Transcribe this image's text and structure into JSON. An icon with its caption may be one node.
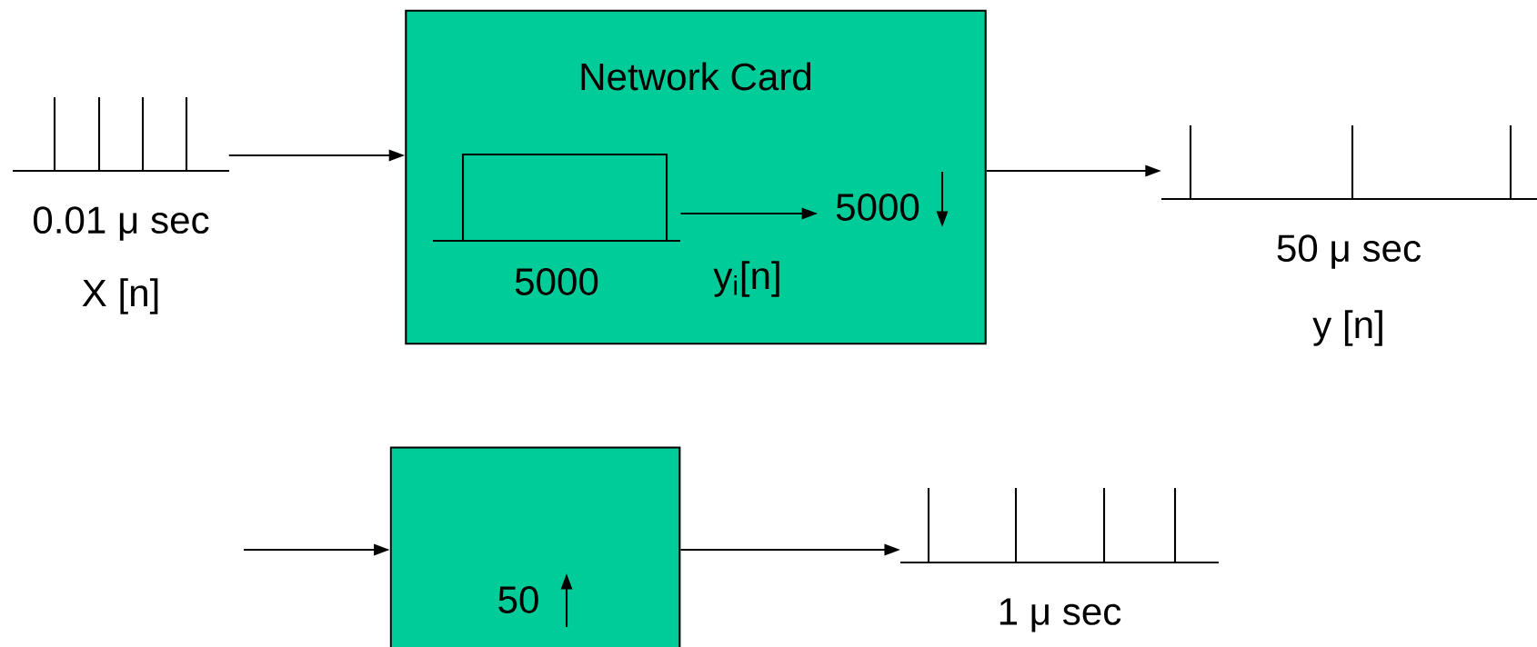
{
  "diagram": {
    "nodes": [
      {
        "text": [
          "0.01 μ sec",
          "X [n]"
        ]
      },
      {
        "text": [
          "Network Card"
        ]
      },
      {
        "text": [
          "5000"
        ],
        "in": 1
      },
      {
        "text": [
          "5000"
        ],
        "in": 1
      },
      {
        "text": [
          "50 μ sec",
          "y [n]"
        ]
      },
      {
        "text": [
          "50"
        ]
      },
      {
        "text": [
          "1 μ sec"
        ]
      }
    ],
    "edges": [
      {
        "from": 0,
        "to": 1,
        "arrow": "to"
      },
      {
        "from": 2,
        "to": 3,
        "arrow": "to",
        "label": "y$_{i}$[n]"
      },
      {
        "from": 1,
        "to": 4,
        "arrow": "to"
      },
      {
        "from": null,
        "to": 5,
        "arrow": "to"
      },
      {
        "from": 5,
        "to": 6,
        "arrow": "to"
      }
    ]
  }
}
